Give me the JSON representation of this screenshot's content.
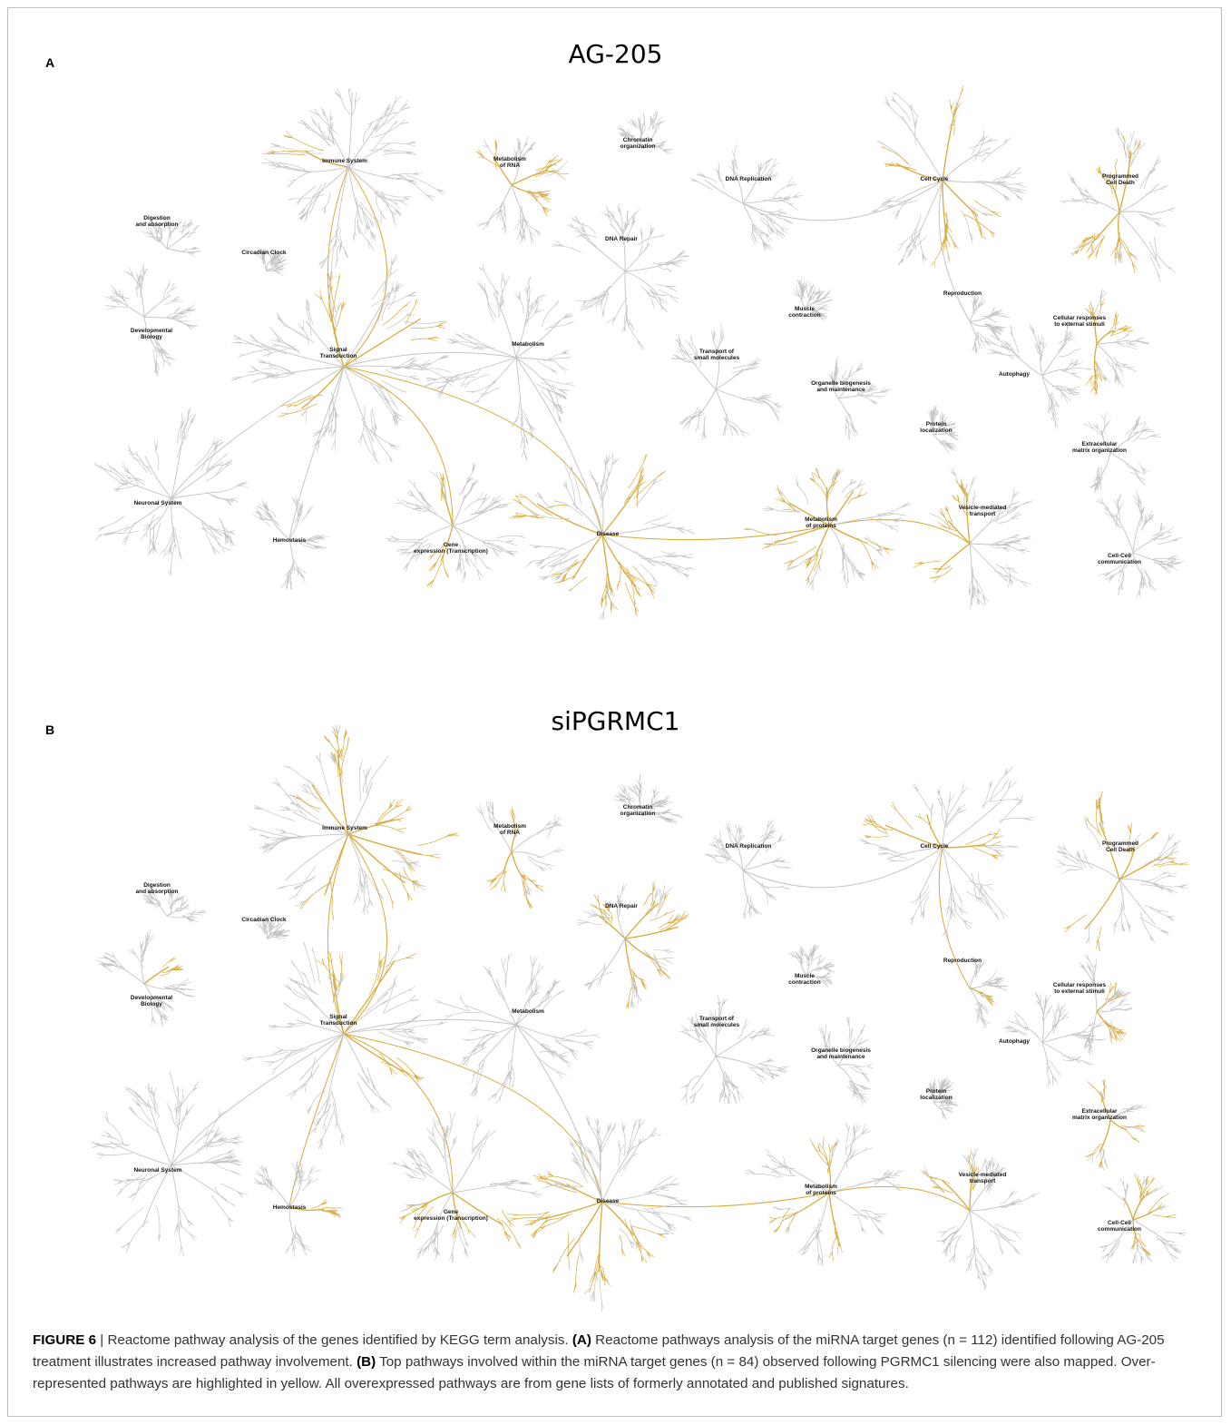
{
  "panels": [
    {
      "letter": "A",
      "title": "AG-205",
      "labels": [
        "Immune System",
        "Metabolism of RNA",
        "Chromatin organization",
        "DNA Replication",
        "Cell Cycle",
        "Programmed Cell Death",
        "Digestion and absorption",
        "Circadian Clock",
        "DNA Repair",
        "Developmental Biology",
        "Signal Transduction",
        "Metabolism",
        "Muscle contraction",
        "Reproduction",
        "Cellular responses to external stimuli",
        "Transport of small molecules",
        "Organelle biogenesis and maintenance",
        "Autophagy",
        "Protein localization",
        "Extracellular matrix organization",
        "Neuronal System",
        "Hemostasis",
        "Gene expression (Transcription)",
        "Disease",
        "Metabolism of proteins",
        "Vesicle-mediated transport",
        "Cell-Cell communication"
      ],
      "highlighted": [
        "Immune System",
        "Metabolism of RNA",
        "Cell Cycle",
        "Programmed Cell Death",
        "Developmental Biology",
        "Signal Transduction",
        "Cellular responses to external stimuli",
        "Gene expression (Transcription)",
        "Disease",
        "Metabolism of proteins",
        "Vesicle-mediated transport"
      ]
    },
    {
      "letter": "B",
      "title": "siPGRMC1",
      "labels": [
        "Immune System",
        "Metabolism of RNA",
        "Chromatin organization",
        "DNA Replication",
        "Cell Cycle",
        "Programmed Cell Death",
        "Digestion and absorption",
        "Circadian Clock",
        "DNA Repair",
        "Developmental Biology",
        "Signal Transduction",
        "Metabolism",
        "Muscle contraction",
        "Reproduction",
        "Cellular responses to external stimuli",
        "Transport of small molecules",
        "Organelle biogenesis and maintenance",
        "Autophagy",
        "Protein localization",
        "Extracellular matrix organization",
        "Neuronal System",
        "Hemostasis",
        "Gene expression (Transcription)",
        "Disease",
        "Metabolism of proteins",
        "Vesicle-mediated transport",
        "Cell-Cell communication"
      ],
      "highlighted": [
        "Immune System",
        "Metabolism of RNA",
        "Cell Cycle",
        "Programmed Cell Death",
        "DNA Repair",
        "Developmental Biology",
        "Signal Transduction",
        "Reproduction",
        "Cellular responses to external stimuli",
        "Extracellular matrix organization",
        "Hemostasis",
        "Gene expression (Transcription)",
        "Disease",
        "Metabolism of proteins",
        "Vesicle-mediated transport",
        "Cell-Cell communication"
      ]
    }
  ],
  "caption": {
    "figure_label": "FIGURE 6",
    "separator": " | ",
    "intro": "Reactome pathway analysis of the genes identified by KEGG term analysis. ",
    "a_label": "(A)",
    "a_text": " Reactome pathways analysis of the miRNA target genes (n = 112) identified following AG-205 treatment illustrates increased pathway involvement. ",
    "b_label": "(B)",
    "b_text": " Top pathways involved within the miRNA target genes (n = 84) observed following PGRMC1 silencing were also mapped. Over-represented pathways are highlighted in yellow. All overexpressed pathways are from gene lists of formerly annotated and published signatures."
  },
  "colors": {
    "background_tree": "#c4c4c4",
    "highlight": "#d9a93a",
    "label": "#111111"
  }
}
